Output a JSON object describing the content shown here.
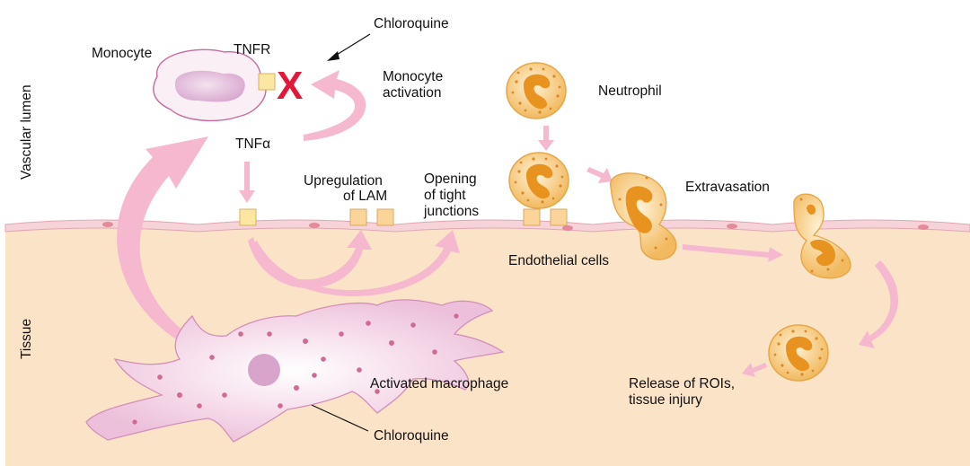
{
  "labels": {
    "vascular_lumen": "Vascular lumen",
    "tissue": "Tissue",
    "monocyte": "Monocyte",
    "tnfr": "TNFR",
    "chloroquine_top": "Chloroquine",
    "monocyte_activation_1": "Monocyte",
    "monocyte_activation_2": "activation",
    "tnf_alpha": "TNFα",
    "upregulation_1": "Upregulation",
    "upregulation_2": "of LAM",
    "opening_1": "Opening",
    "opening_2": "of tight",
    "opening_3": "junctions",
    "neutrophil": "Neutrophil",
    "extravasation": "Extravasation",
    "endothelial_cells": "Endothelial cells",
    "activated_macrophage": "Activated macrophage",
    "chloroquine_bottom": "Chloroquine",
    "release_1": "Release of ROIs,",
    "release_2": "tissue injury",
    "x_mark": "X"
  },
  "colors": {
    "tissue_bg": "#fbe3c8",
    "arrow_pink": "#f5b8cf",
    "inhibit_red": "#e3173a",
    "neutrophil_fill": "#f6c77a",
    "neutrophil_nucleus": "#e8931f",
    "receptor_fill": "#fbe6a2",
    "macrophage_fill": "#f2cfe3"
  }
}
